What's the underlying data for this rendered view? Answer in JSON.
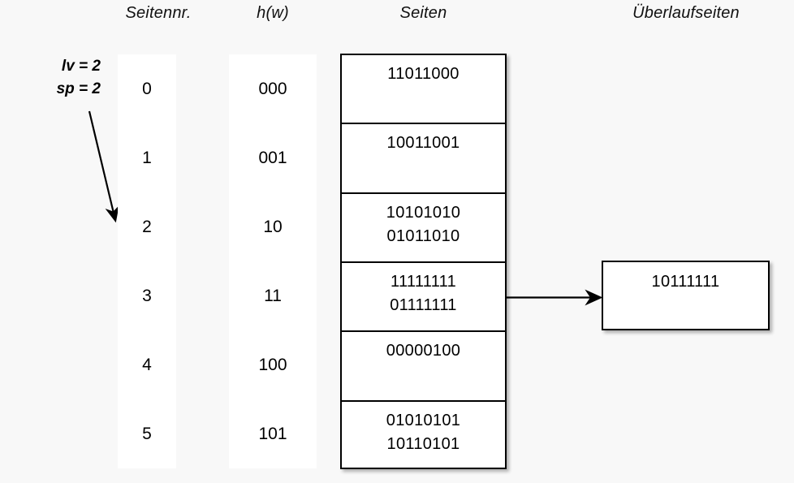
{
  "headers": {
    "seitennr": "Seitennr.",
    "hw": "h(w)",
    "seiten": "Seiten",
    "ueberlaufseiten": "Überlaufseiten"
  },
  "params": {
    "lv": "lv = 2",
    "sp": "sp = 2"
  },
  "colors": {
    "background": "#f8f8f8",
    "panel": "#ffffff",
    "stroke": "#000000",
    "text": "#000000"
  },
  "rows": [
    {
      "seitennr": "0",
      "hw": "000",
      "entries": [
        "11011000"
      ]
    },
    {
      "seitennr": "1",
      "hw": "001",
      "entries": [
        "10011001"
      ]
    },
    {
      "seitennr": "2",
      "hw": "10",
      "entries": [
        "10101010",
        "01011010"
      ]
    },
    {
      "seitennr": "3",
      "hw": "11",
      "entries": [
        "11111111",
        "01111111"
      ]
    },
    {
      "seitennr": "4",
      "hw": "100",
      "entries": [
        "00000100"
      ]
    },
    {
      "seitennr": "5",
      "hw": "101",
      "entries": [
        "01010101",
        "10110101"
      ]
    }
  ],
  "overflow": {
    "entries": [
      "10111111"
    ],
    "source_row_index": 3
  }
}
